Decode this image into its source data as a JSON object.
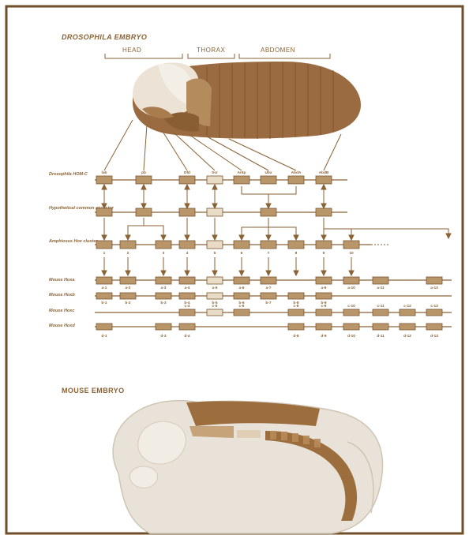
{
  "colors": {
    "frame": "#6f4e2a",
    "ink": "#8a6234",
    "gene_box": "#b8966a",
    "gene_box_light": "#e8dcc6",
    "fly_body": "#9a6b40",
    "fly_head": "#ece3d6",
    "mouse_body": "#e8e2d8",
    "mouse_dark": "#9c6e3e"
  },
  "fly": {
    "title": "DROSOPHILA EMBRYO",
    "regions": [
      "HEAD",
      "THORAX",
      "ABDOMEN"
    ]
  },
  "row_labels": [
    "Drosophila HOM-C",
    "Hypothetical common ancestor",
    "Amphioxus Hox cluster",
    "Mouse Hoxa",
    "Mouse Hoxb",
    "Mouse Hoxc",
    "Mouse Hoxd"
  ],
  "hom_genes": [
    "lab",
    "pb",
    "Dfd",
    "Scr",
    "Antp",
    "Ubx",
    "AbdA",
    "AbdB"
  ],
  "amphioxus_genes": [
    "1",
    "2",
    "3",
    "4",
    "5",
    "6",
    "7",
    "8",
    "9",
    "10"
  ],
  "hoxa": [
    "a-1",
    "a-2",
    "a-3",
    "a-4",
    "a-5",
    "a-6",
    "a-7",
    "a-9",
    "a-10",
    "a-11",
    "a-13"
  ],
  "hoxb": [
    "b-1",
    "b-2",
    "b-3",
    "b-4",
    "b-5",
    "b-6",
    "b-7",
    "b-8",
    "b-9"
  ],
  "hoxc": [
    "c-4",
    "c-5",
    "c-6",
    "c-8",
    "c-9",
    "c-10",
    "c-11",
    "c-12",
    "c-13"
  ],
  "hoxd": [
    "d-1",
    "d-3",
    "d-4",
    "d-8",
    "d-9",
    "d-10",
    "d-11",
    "d-12",
    "d-13"
  ],
  "mouse": {
    "title": "MOUSE EMBRYO"
  }
}
